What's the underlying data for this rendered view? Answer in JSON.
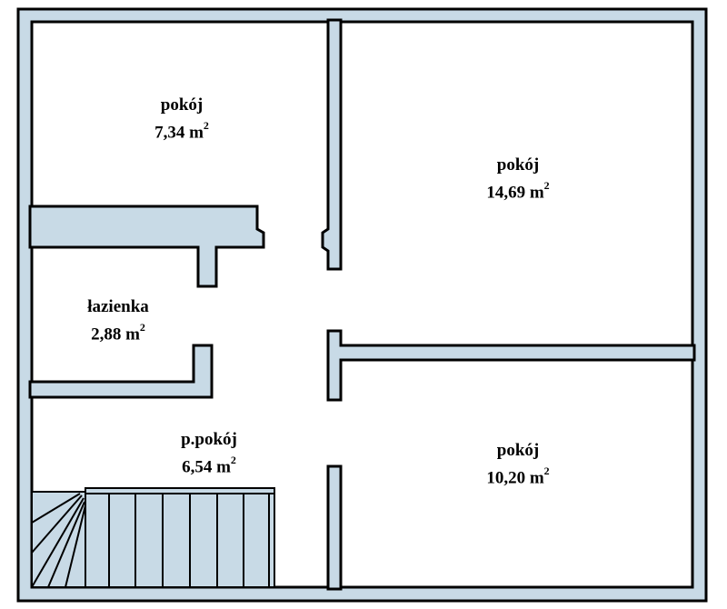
{
  "plan": {
    "wall_color": "#c8dae6",
    "line_color": "#000000",
    "rooms": [
      {
        "id": "room-top-left",
        "name": "pokój",
        "area": "7,34",
        "unit": "m",
        "exp": "2"
      },
      {
        "id": "room-top-right",
        "name": "pokój",
        "area": "14,69",
        "unit": "m",
        "exp": "2"
      },
      {
        "id": "bathroom",
        "name": "łazienka",
        "area": "2,88",
        "unit": "m",
        "exp": "2"
      },
      {
        "id": "hallway",
        "name": "p.pokój",
        "area": "6,54",
        "unit": "m",
        "exp": "2"
      },
      {
        "id": "room-bottom-right",
        "name": "pokój",
        "area": "10,20",
        "unit": "m",
        "exp": "2"
      }
    ]
  }
}
